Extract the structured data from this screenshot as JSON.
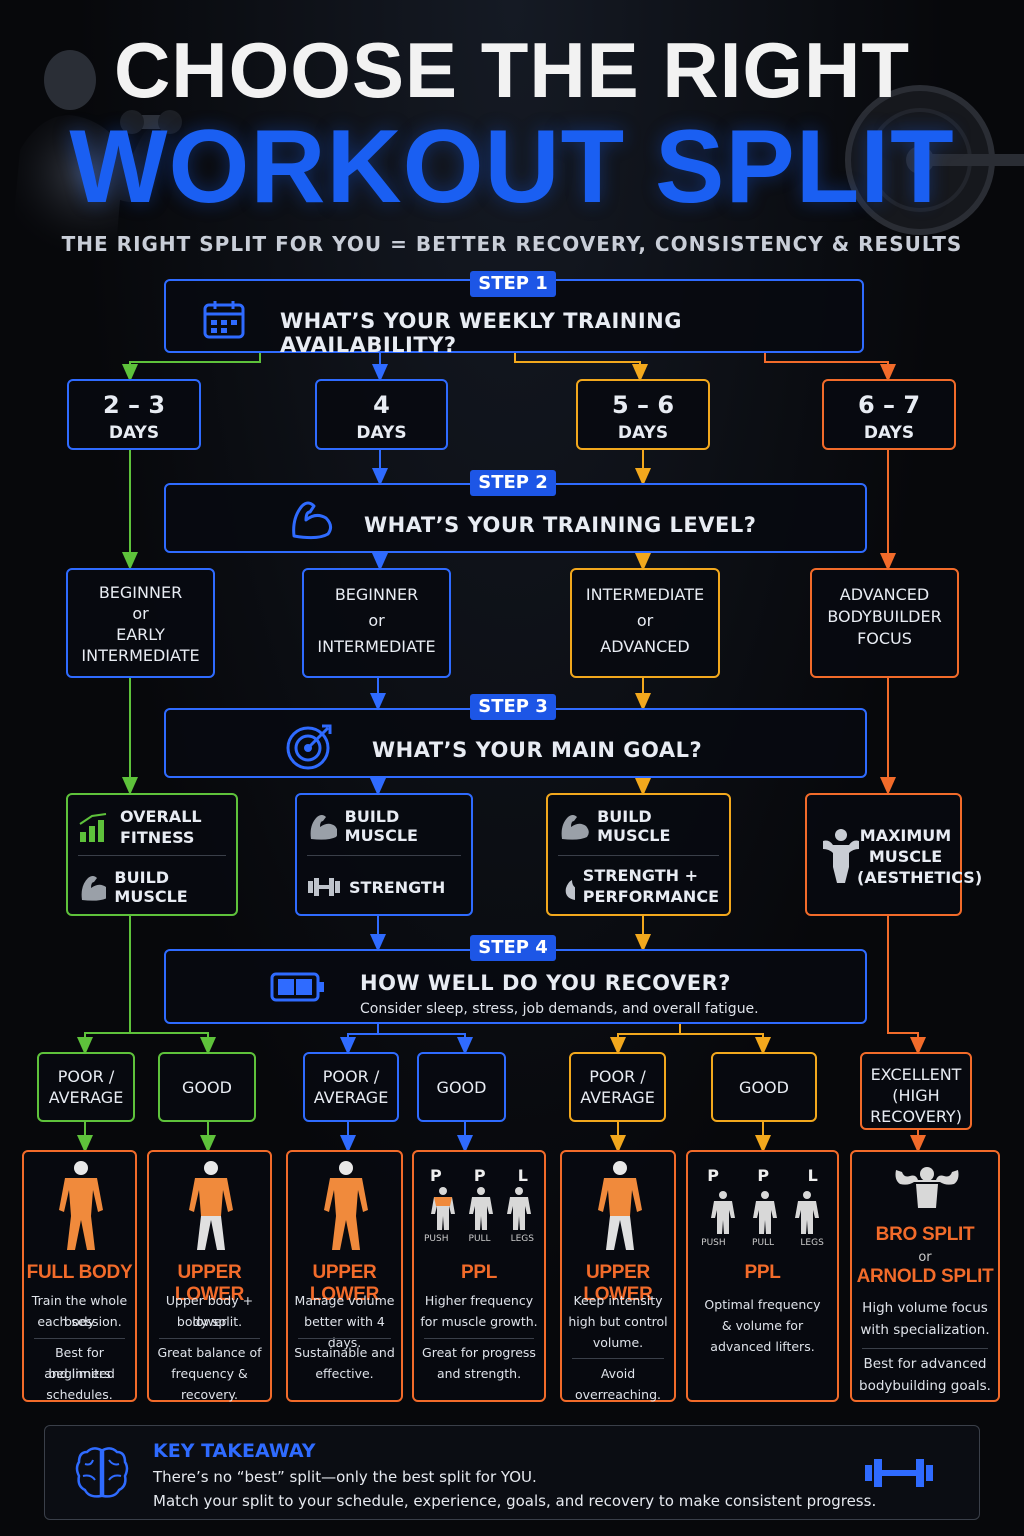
{
  "title": {
    "line1": "CHOOSE THE RIGHT",
    "line2": "WORKOUT SPLIT"
  },
  "subtitle": "THE RIGHT SPLIT FOR YOU = BETTER RECOVERY, CONSISTENCY & RESULTS",
  "colors": {
    "blue": "#2f6bff",
    "green": "#5ec23b",
    "yellow": "#f2a81d",
    "orange": "#f26b2a"
  },
  "steps": [
    {
      "badge": "STEP 1",
      "question": "WHAT’S YOUR WEEKLY TRAINING AVAILABILITY?",
      "icon": "calendar-icon"
    },
    {
      "badge": "STEP 2",
      "question": "WHAT’S YOUR TRAINING LEVEL?",
      "icon": "bicep-icon"
    },
    {
      "badge": "STEP 3",
      "question": "WHAT’S YOUR MAIN GOAL?",
      "icon": "target-icon"
    },
    {
      "badge": "STEP 4",
      "question": "HOW WELL DO YOU RECOVER?",
      "note": "Consider sleep, stress, job demands, and overall fatigue.",
      "icon": "battery-icon"
    }
  ],
  "days": [
    {
      "num": "2 – 3",
      "label": "DAYS"
    },
    {
      "num": "4",
      "label": "DAYS"
    },
    {
      "num": "5 – 6",
      "label": "DAYS"
    },
    {
      "num": "6 – 7",
      "label": "DAYS"
    }
  ],
  "levels": [
    {
      "l1": "BEGINNER",
      "l2": "or",
      "l3": "EARLY",
      "l4": "INTERMEDIATE"
    },
    {
      "l1": "BEGINNER",
      "l2": "or",
      "l3": "INTERMEDIATE"
    },
    {
      "l1": "INTERMEDIATE",
      "l2": "or",
      "l3": "ADVANCED"
    },
    {
      "l1": "ADVANCED",
      "l2": "BODYBUILDER",
      "l3": "FOCUS"
    }
  ],
  "goals": [
    {
      "a": "OVERALL",
      "a2": "FITNESS",
      "b": "BUILD MUSCLE"
    },
    {
      "a": "BUILD MUSCLE",
      "b": "STRENGTH"
    },
    {
      "a": "BUILD MUSCLE",
      "b": "STRENGTH +",
      "b2": "PERFORMANCE"
    },
    {
      "a": "MAXIMUM",
      "a2": "MUSCLE",
      "a3": "(AESTHETICS)"
    }
  ],
  "recovery": [
    {
      "l1": "POOR /",
      "l2": "AVERAGE"
    },
    {
      "l1": "GOOD"
    },
    {
      "l1": "POOR /",
      "l2": "AVERAGE"
    },
    {
      "l1": "GOOD"
    },
    {
      "l1": "POOR /",
      "l2": "AVERAGE"
    },
    {
      "l1": "GOOD"
    },
    {
      "l1": "EXCELLENT",
      "l2": "(HIGH",
      "l3": "RECOVERY)"
    }
  ],
  "results": [
    {
      "name": "FULL BODY",
      "d1": "Train the whole body",
      "d2": "each session.",
      "e1": "Best for beginners",
      "e2": "and limited schedules."
    },
    {
      "name": "UPPER LOWER",
      "d1": "Upper body + lower",
      "d2": "body split.",
      "e1": "Great balance of",
      "e2": "frequency & recovery."
    },
    {
      "name": "UPPER LOWER",
      "d1": "Manage volume",
      "d2": "better with 4 days.",
      "e1": "Sustainable and",
      "e2": "effective."
    },
    {
      "name": "PPL",
      "ppl": [
        "P",
        "P",
        "L"
      ],
      "ppl_sub": [
        "PUSH",
        "PULL",
        "LEGS"
      ],
      "d1": "Higher frequency",
      "d2": "for muscle growth.",
      "e1": "Great for progress",
      "e2": "and strength."
    },
    {
      "name": "UPPER LOWER",
      "d1": "Keep intensity",
      "d2": "high but control",
      "d3": "volume.",
      "e1": "Avoid overreaching."
    },
    {
      "name": "PPL",
      "ppl": [
        "P",
        "P",
        "L"
      ],
      "ppl_sub": [
        "PUSH",
        "PULL",
        "LEGS"
      ],
      "d1": "Optimal frequency",
      "d2": "& volume for",
      "d3": "advanced lifters."
    },
    {
      "name": "BRO SPLIT",
      "or": "or",
      "name2": "ARNOLD SPLIT",
      "d1": "High volume focus",
      "d2": "with specialization.",
      "e1": "Best for advanced",
      "e2": "bodybuilding goals."
    }
  ],
  "takeaway": {
    "title": "KEY TAKEAWAY",
    "line1": "There’s no “best” split—only the best split for YOU.",
    "line2": "Match your split to your schedule, experience, goals, and recovery to make consistent progress."
  }
}
